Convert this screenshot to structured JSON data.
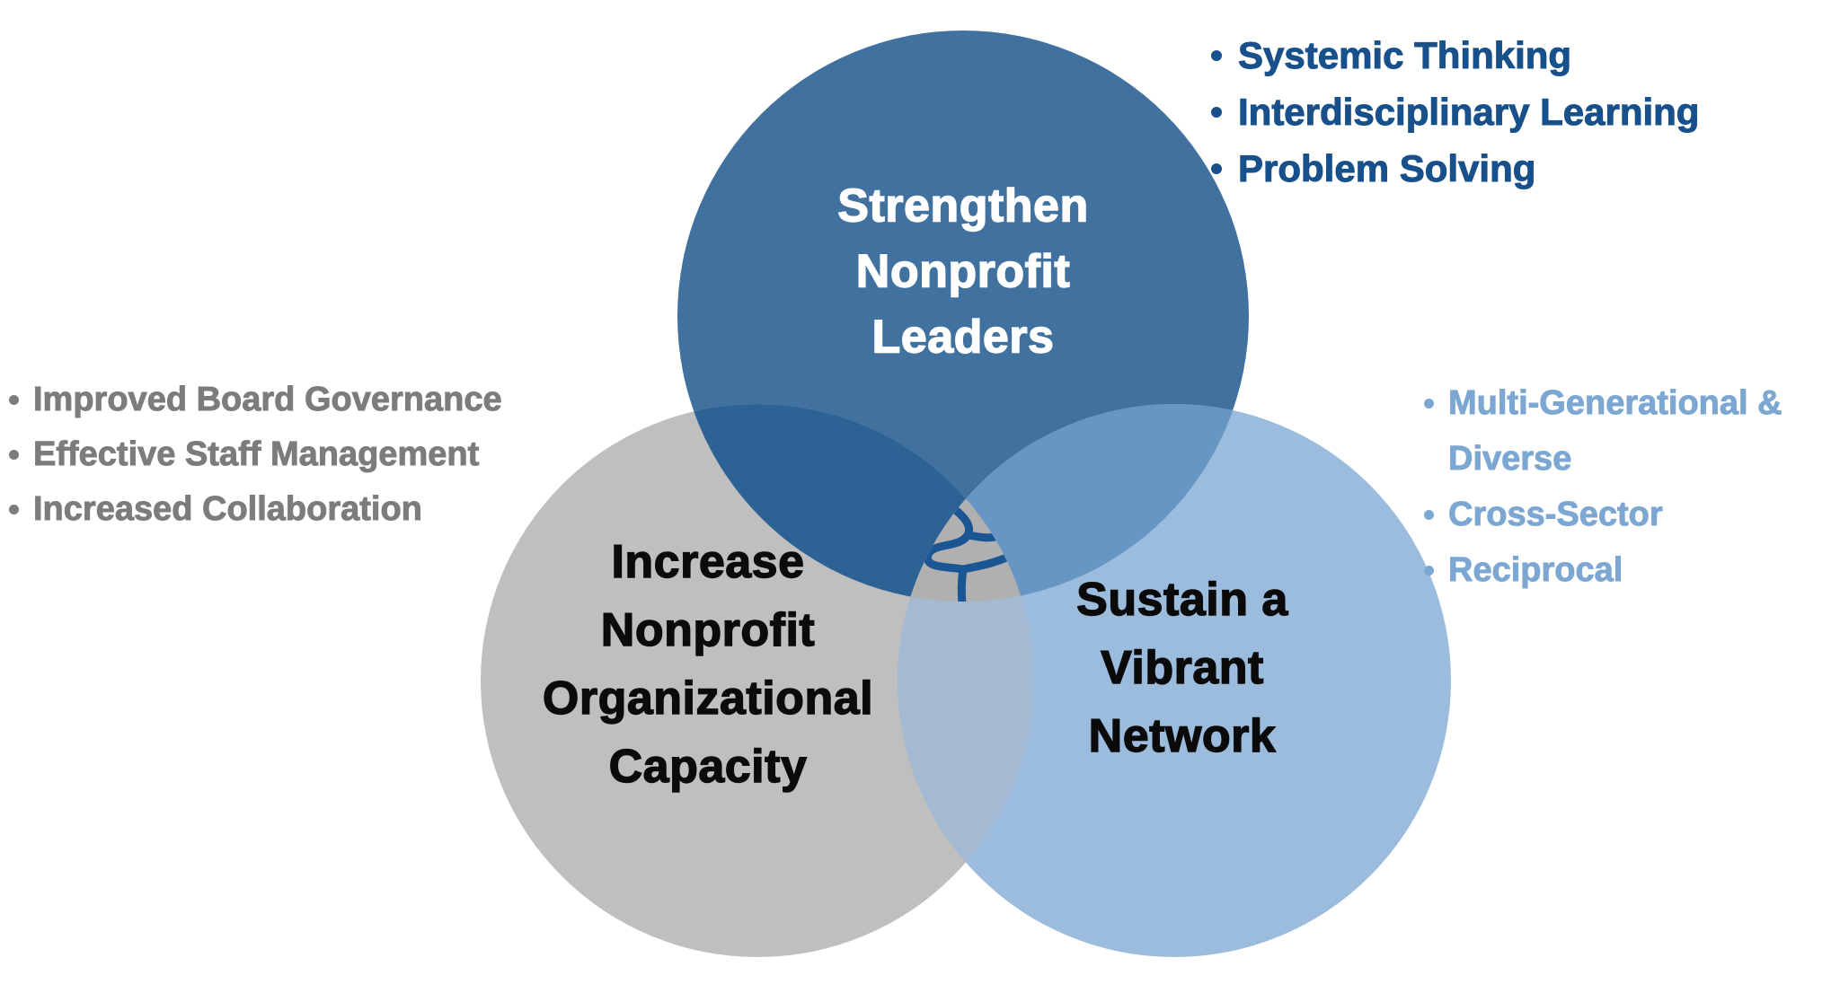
{
  "venn": {
    "circles": [
      {
        "id": "leaders",
        "label": "Strengthen\nNonprofit\nLeaders",
        "color": "#41719E",
        "text_color": "#FFFFFF"
      },
      {
        "id": "capacity",
        "label": "Increase\nNonprofit\nOrganizational\nCapacity",
        "color": "#BFBFBF",
        "text_color": "#000000"
      },
      {
        "id": "network",
        "label": "Sustain a\nVibrant\nNetwork",
        "color": "#9BBCDD",
        "text_color": "#000000"
      }
    ],
    "overlap_colors": {
      "leaders_capacity": "#2D6394",
      "leaders_network": "#6795C4",
      "capacity_network": "#A3BAD2",
      "center": "#B0B0B0",
      "center_branches": "#1A5694"
    },
    "center_icon": "branching-network-icon"
  },
  "lists": {
    "leaders": {
      "color": "#17508A",
      "items": [
        "Systemic Thinking",
        "Interdisciplinary Learning",
        "Problem Solving"
      ]
    },
    "capacity": {
      "color": "#7C7C7C",
      "items": [
        "Improved Board Governance",
        "Effective Staff Management",
        "Increased Collaboration"
      ]
    },
    "network": {
      "color": "#7CA7D2",
      "items": [
        "Multi-Generational & Diverse",
        "Cross-Sector",
        "Reciprocal"
      ]
    }
  }
}
